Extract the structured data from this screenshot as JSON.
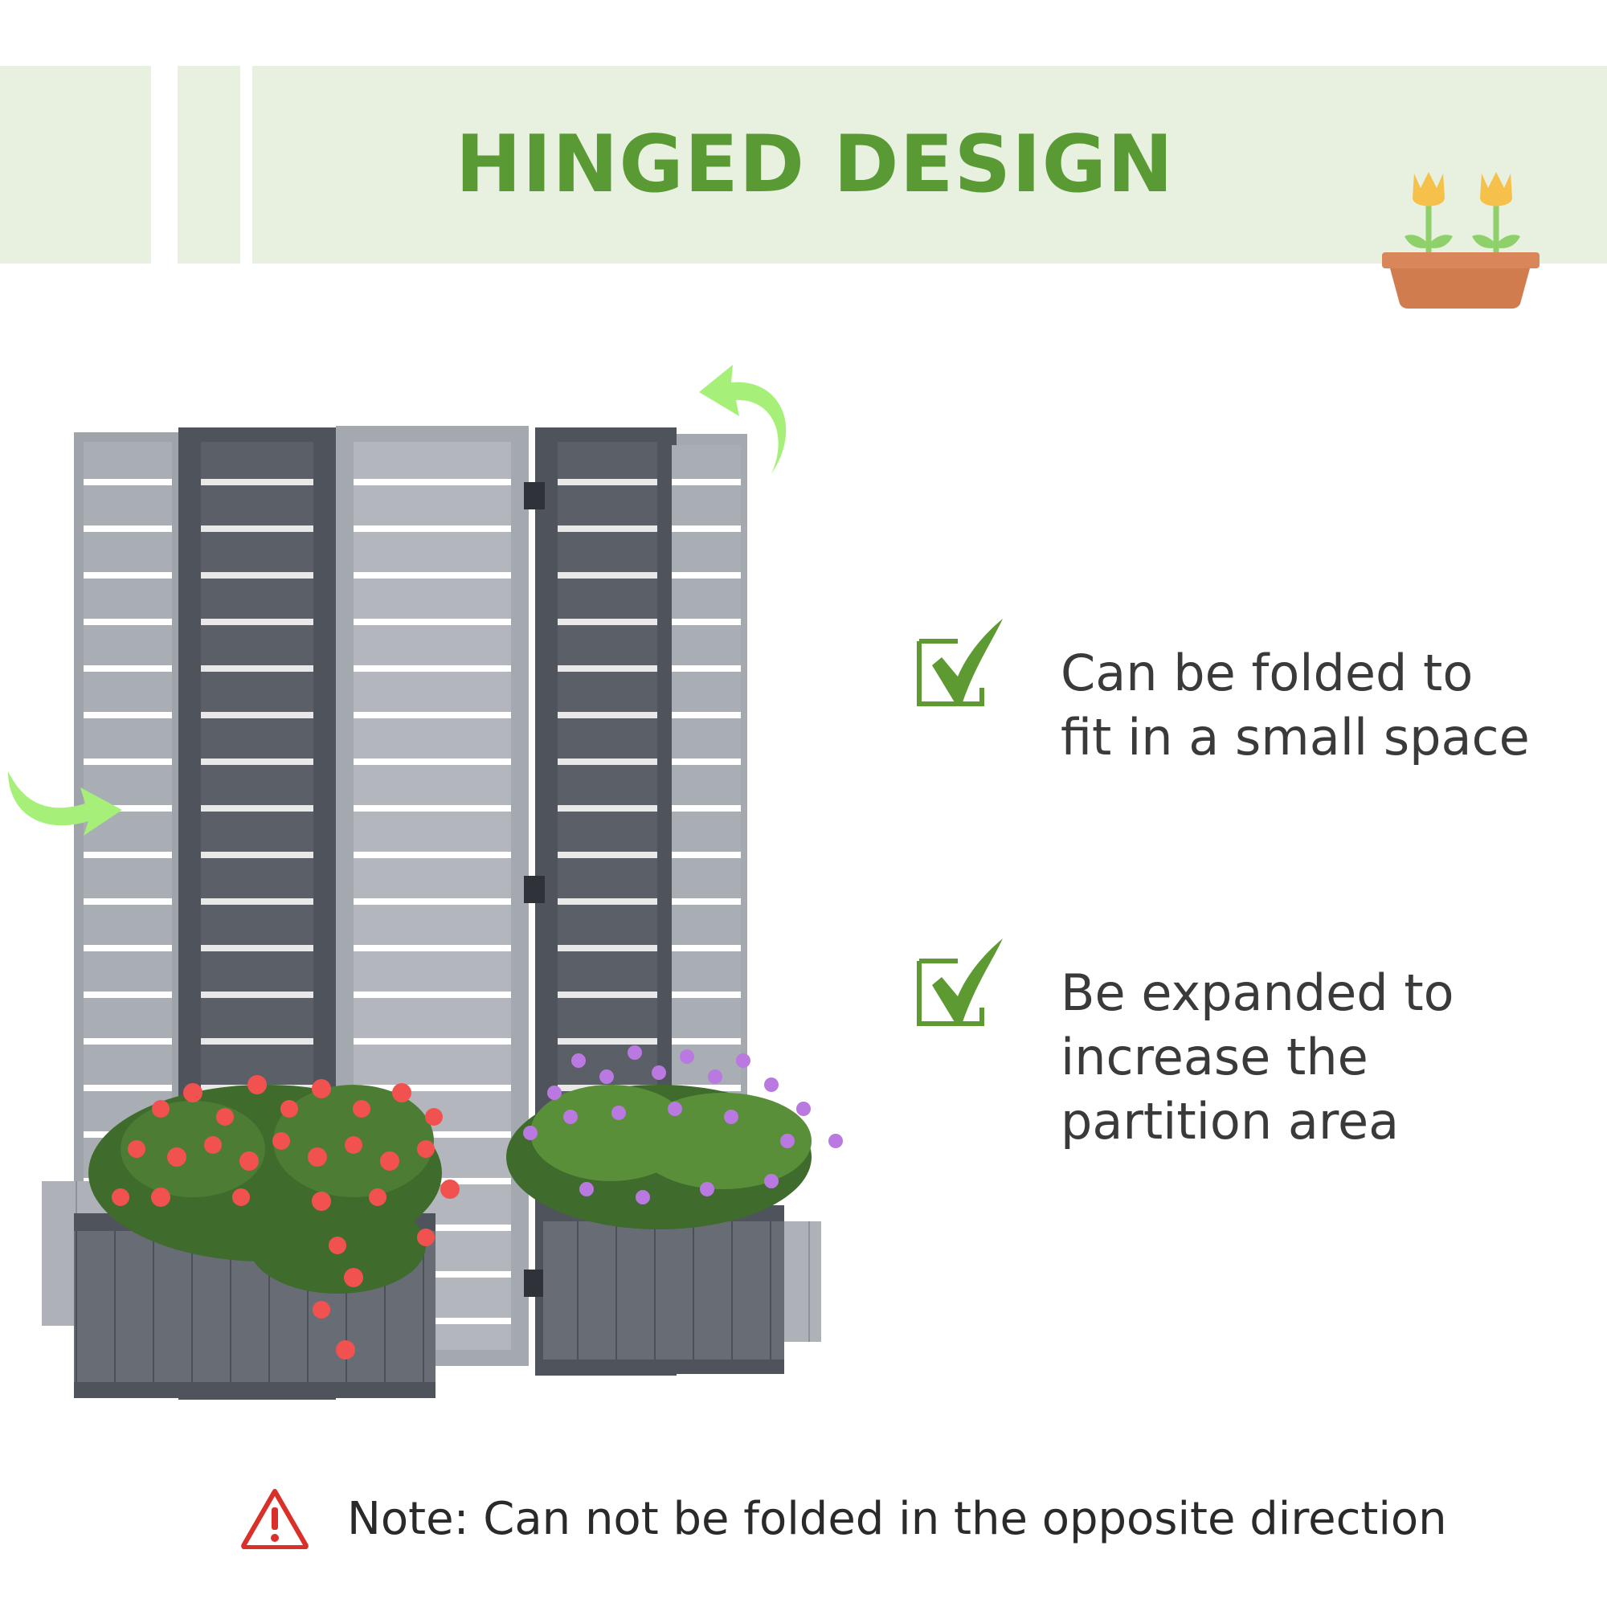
{
  "header": {
    "title": "HINGED DESIGN",
    "icon": "flower-pot-icon"
  },
  "features": [
    {
      "icon": "checkmark-icon",
      "lines": [
        "Can be folded to",
        "fit in a small space"
      ]
    },
    {
      "icon": "checkmark-icon",
      "lines": [
        "Be expanded to",
        "increase the",
        "partition area"
      ]
    }
  ],
  "note": {
    "icon": "warning-icon",
    "text": "Note: Can not be folded in the opposite direction"
  },
  "colors": {
    "banner_bg": "#e8f0e0",
    "title_green": "#5a9a35",
    "check_green": "#5d9a32",
    "arrow_green": "#a6f07a",
    "warning_red": "#d9302a",
    "panel_light": "#a9aeb5",
    "panel_dark": "#5a5f68",
    "pot_terracotta": "#d9875a",
    "flower_red": "#f2524f",
    "flower_purple": "#b979e0"
  }
}
